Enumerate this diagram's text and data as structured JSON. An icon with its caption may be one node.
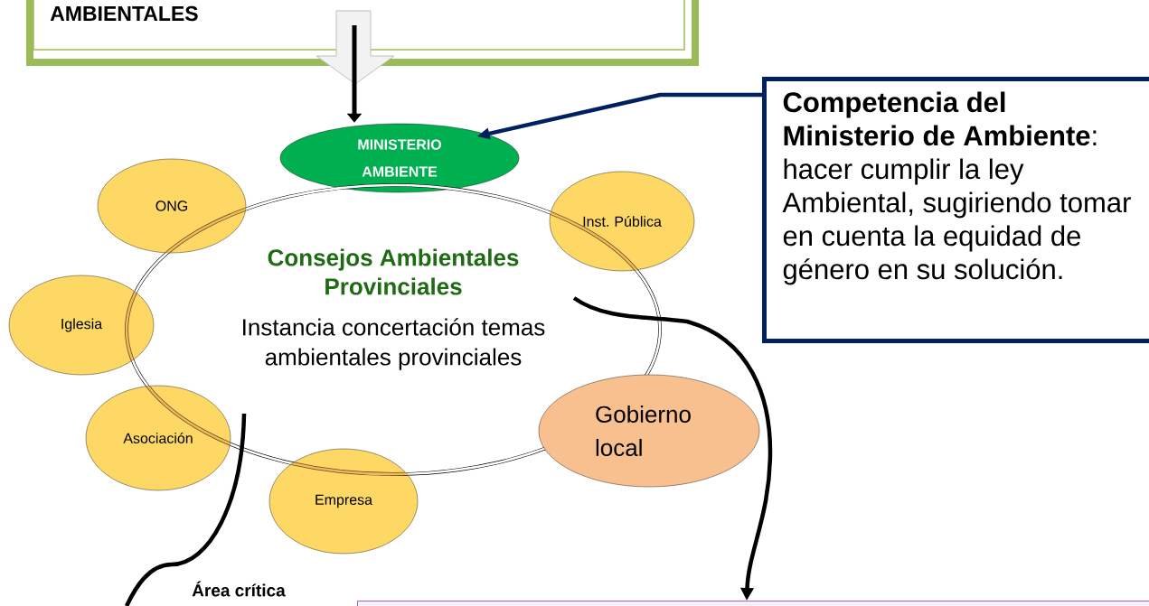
{
  "diagram": {
    "nodes": [
      {
        "text": [
          "AMBIENTALES"
        ]
      },
      {
        "text": [
          "MINISTERIO AMBIENTE"
        ]
      },
      {
        "text": [
          "Consejos Ambientales Provinciales",
          "Instancia concertación temas ambientales provinciales"
        ]
      },
      {
        "text": [
          "ONG"
        ]
      },
      {
        "text": [
          "Inst. Pública"
        ]
      },
      {
        "text": [
          "Iglesia"
        ]
      },
      {
        "text": [
          "Asociación"
        ]
      },
      {
        "text": [
          "Empresa"
        ]
      },
      {
        "text": [
          "Gobierno local"
        ]
      },
      {
        "text": [
          "**Competencia del Ministerio de Ambiente**: hacer cumplir la ley Ambiental, sugiriendo tomar en cuenta la equidad de género en su solución."
        ]
      },
      {
        "text": [],
        "shape": "box"
      }
    ],
    "edges": [
      {
        "from": 0,
        "to": 1,
        "arrow": "to"
      },
      {
        "from": 9,
        "to": 1,
        "arrow": "to",
        "color": "#002060"
      },
      {
        "from": 2,
        "to": 10,
        "arrow": "to"
      }
    ],
    "labels": [
      "Área crítica"
    ]
  }
}
